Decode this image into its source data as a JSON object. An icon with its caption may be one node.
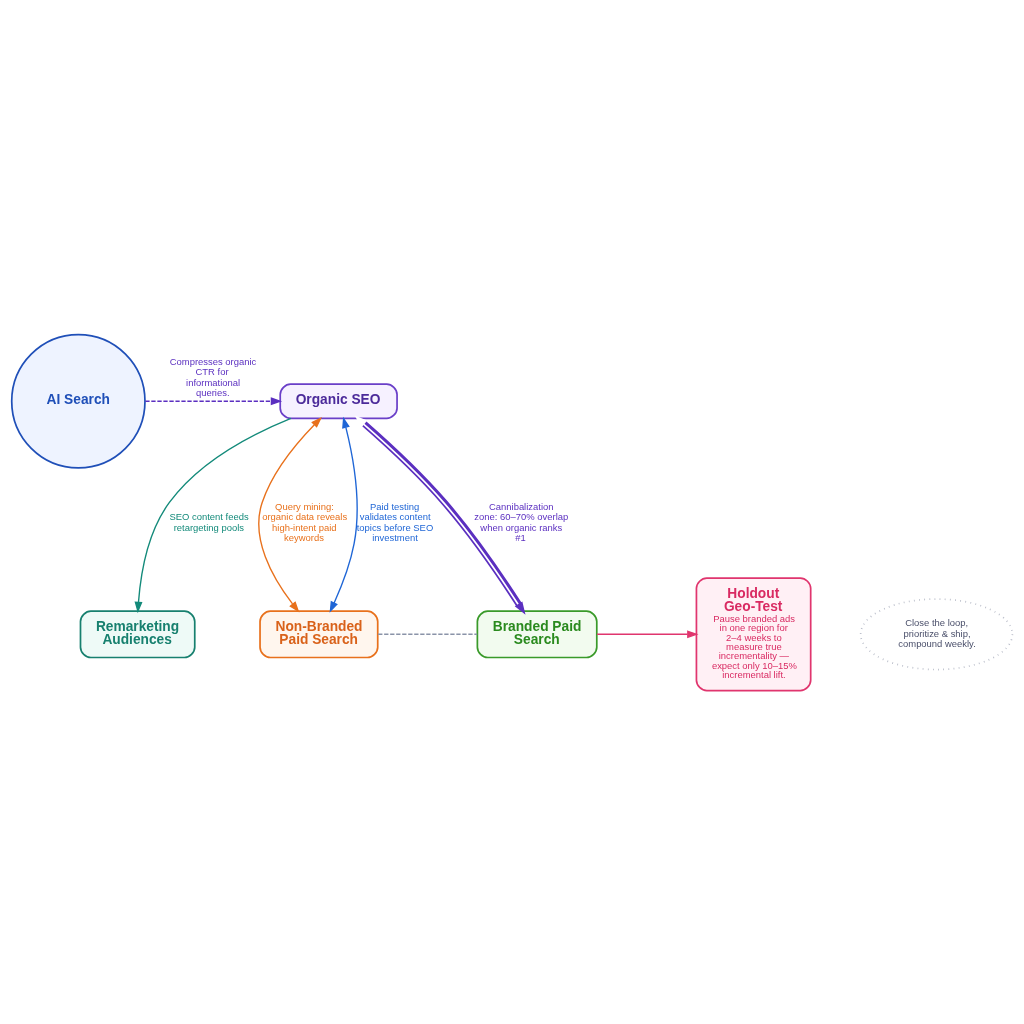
{
  "diagram": {
    "nodes": [
      {
        "text": [
          "AI Search"
        ]
      },
      {
        "text": [
          "Organic SEO"
        ]
      },
      {
        "text": [
          "Remarketing Audiences"
        ]
      },
      {
        "text": [
          "Non-Branded Paid Search"
        ]
      },
      {
        "text": [
          "Branded Paid Search"
        ]
      },
      {
        "text": [
          "Holdout Geo-Test",
          "Pause branded ads in one region for 2–4 weeks to measure true incrementality — expect only 10–15% incremental lift."
        ]
      },
      {
        "text": [
          "Close the loop, prioritize & ship, compound weekly."
        ]
      }
    ],
    "edges": [
      {
        "from": 0,
        "to": 1,
        "arrow": "to",
        "style": "dashed",
        "color": "#5b2fc0",
        "label": "Compresses organic CTR for informational queries."
      },
      {
        "from": 1,
        "to": 2,
        "arrow": "to",
        "color": "#138a7a",
        "label": "SEO content feeds retargeting pools"
      },
      {
        "from": 1,
        "to": 3,
        "arrow": "both",
        "color": "#e8711c",
        "label": "Query mining: organic data reveals high-intent paid keywords"
      },
      {
        "from": 1,
        "to": 3,
        "arrow": "both",
        "color": "#1f66d6",
        "label": "Paid testing validates content topics before SEO investment"
      },
      {
        "from": 1,
        "to": 4,
        "arrow": "both",
        "style": "thick",
        "color": "#5b2fc0",
        "label": "Cannibalization zone: 60–70% overlap when organic ranks #1"
      },
      {
        "from": 3,
        "to": 4,
        "arrow": "none",
        "style": "dashed",
        "color": "#8a93a8"
      },
      {
        "from": 4,
        "to": 5,
        "arrow": "to",
        "color": "#e0356e"
      }
    ]
  }
}
